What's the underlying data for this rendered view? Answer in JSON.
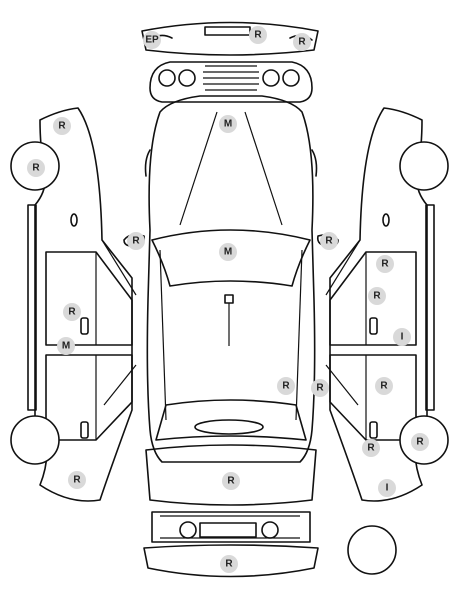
{
  "diagram": {
    "markers": [
      {
        "id": "front-bumper-center",
        "code": "R"
      },
      {
        "id": "front-bumper-right",
        "code": "R"
      },
      {
        "id": "hood",
        "code": "M"
      },
      {
        "id": "roof",
        "code": "M"
      },
      {
        "id": "left-front-fender",
        "code": "R"
      },
      {
        "id": "left-front-wheel",
        "code": "R"
      },
      {
        "id": "left-mirror",
        "code": "R"
      },
      {
        "id": "left-front-door",
        "code": "R"
      },
      {
        "id": "left-rocker",
        "code": "M"
      },
      {
        "id": "left-rear-quarter",
        "code": "R"
      },
      {
        "id": "right-mirror",
        "code": "R"
      },
      {
        "id": "right-front-door-top",
        "code": "R"
      },
      {
        "id": "right-front-door",
        "code": "R"
      },
      {
        "id": "right-front-door-handle",
        "code": "I"
      },
      {
        "id": "roof-rear-right",
        "code": "R"
      },
      {
        "id": "right-b-pillar",
        "code": "R"
      },
      {
        "id": "right-rear-door",
        "code": "R"
      },
      {
        "id": "right-rear-door-lower",
        "code": "R"
      },
      {
        "id": "right-rear-wheel",
        "code": "R"
      },
      {
        "id": "right-rear-quarter",
        "code": "I"
      },
      {
        "id": "trunk-lid",
        "code": "R"
      },
      {
        "id": "rear-bumper",
        "code": "R"
      }
    ],
    "ep_marker": {
      "code": "EP"
    }
  }
}
